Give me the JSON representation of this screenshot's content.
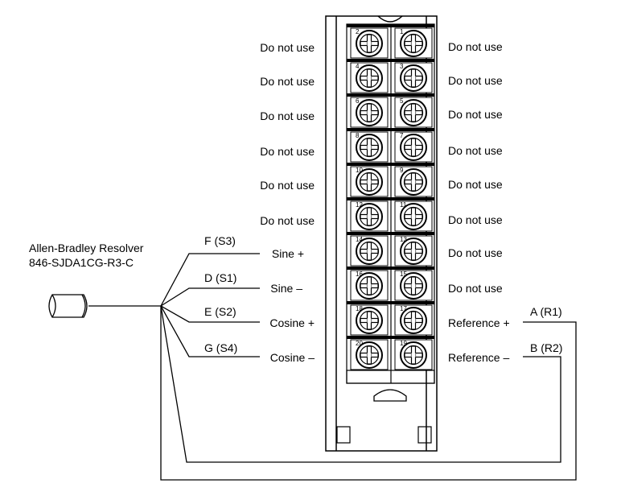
{
  "resolver": {
    "name": "Allen-Bradley Resolver",
    "part_number": "846-SJDA1CG-R3-C"
  },
  "left_labels": [
    "Do not use",
    "Do not use",
    "Do not use",
    "Do not use",
    "Do not use",
    "Do not use",
    "Sine +",
    "Sine –",
    "Cosine +",
    "Cosine –"
  ],
  "right_labels": [
    "Do not use",
    "Do not use",
    "Do not use",
    "Do not use",
    "Do not use",
    "Do not use",
    "Do not use",
    "Do not use",
    "Reference +",
    "Reference –"
  ],
  "left_terminal_numbers": [
    "2",
    "4",
    "6",
    "8",
    "10",
    "12",
    "14",
    "16",
    "18",
    "20"
  ],
  "right_terminal_numbers": [
    "1",
    "3",
    "5",
    "7",
    "9",
    "11",
    "13",
    "15",
    "17",
    "19"
  ],
  "wire_labels": {
    "f": "F (S3)",
    "d": "D (S1)",
    "e": "E (S2)",
    "g": "G (S4)",
    "a": "A (R1)",
    "b": "B (R2)"
  }
}
